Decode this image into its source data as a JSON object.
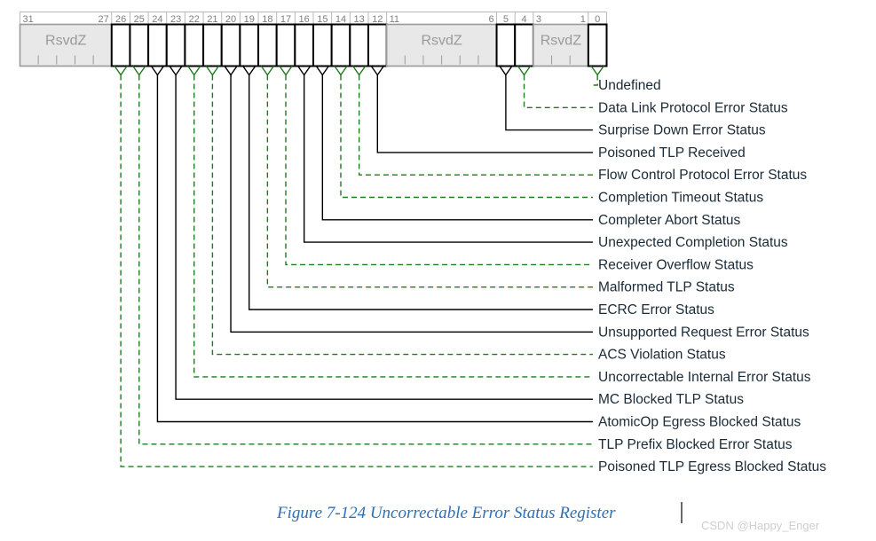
{
  "figure": {
    "caption": "Figure  7-124  Uncorrectable Error Status Register",
    "watermark": "CSDN @Happy_Enger"
  },
  "colors": {
    "green_dashed": "#1f7a1f",
    "black_solid": "#000000",
    "rsvd_fill": "#e8e8e8",
    "rsvd_stroke": "#9a9a9a",
    "rsvd_text": "#9a9a9a",
    "bitnum_text": "#808080",
    "label_text": "#1a2a36",
    "caption_text": "#2e6fb7",
    "watermark_text": "#cfcfcf"
  },
  "register": {
    "bit_count": 32,
    "msb_label": "31",
    "lsb_label": "0",
    "fields": [
      {
        "name": "RsvdZ",
        "hi": 31,
        "lo": 27,
        "reserved": true,
        "text": "RsvdZ"
      },
      {
        "name": "bit26",
        "hi": 26,
        "lo": 26,
        "reserved": false,
        "text": ""
      },
      {
        "name": "bit25",
        "hi": 25,
        "lo": 25,
        "reserved": false,
        "text": ""
      },
      {
        "name": "bit24",
        "hi": 24,
        "lo": 24,
        "reserved": false,
        "text": ""
      },
      {
        "name": "bit23",
        "hi": 23,
        "lo": 23,
        "reserved": false,
        "text": ""
      },
      {
        "name": "bit22",
        "hi": 22,
        "lo": 22,
        "reserved": false,
        "text": ""
      },
      {
        "name": "bit21",
        "hi": 21,
        "lo": 21,
        "reserved": false,
        "text": ""
      },
      {
        "name": "bit20",
        "hi": 20,
        "lo": 20,
        "reserved": false,
        "text": ""
      },
      {
        "name": "bit19",
        "hi": 19,
        "lo": 19,
        "reserved": false,
        "text": ""
      },
      {
        "name": "bit18",
        "hi": 18,
        "lo": 18,
        "reserved": false,
        "text": ""
      },
      {
        "name": "bit17",
        "hi": 17,
        "lo": 17,
        "reserved": false,
        "text": ""
      },
      {
        "name": "bit16",
        "hi": 16,
        "lo": 16,
        "reserved": false,
        "text": ""
      },
      {
        "name": "bit15",
        "hi": 15,
        "lo": 15,
        "reserved": false,
        "text": ""
      },
      {
        "name": "bit14",
        "hi": 14,
        "lo": 14,
        "reserved": false,
        "text": ""
      },
      {
        "name": "bit13",
        "hi": 13,
        "lo": 13,
        "reserved": false,
        "text": ""
      },
      {
        "name": "bit12",
        "hi": 12,
        "lo": 12,
        "reserved": false,
        "text": ""
      },
      {
        "name": "RsvdZ",
        "hi": 11,
        "lo": 6,
        "reserved": true,
        "text": "RsvdZ"
      },
      {
        "name": "bit5",
        "hi": 5,
        "lo": 5,
        "reserved": false,
        "text": ""
      },
      {
        "name": "bit4",
        "hi": 4,
        "lo": 4,
        "reserved": false,
        "text": ""
      },
      {
        "name": "RsvdZ",
        "hi": 3,
        "lo": 1,
        "reserved": true,
        "text": "RsvdZ"
      },
      {
        "name": "bit0",
        "hi": 0,
        "lo": 0,
        "reserved": false,
        "text": ""
      }
    ],
    "bit_tick_labels": [
      "31",
      "27",
      "26",
      "25",
      "24",
      "23",
      "22",
      "21",
      "20",
      "19",
      "18",
      "17",
      "16",
      "15",
      "14",
      "13",
      "12",
      "11",
      "6",
      "5",
      "4",
      "3",
      "1",
      "0"
    ]
  },
  "callouts": [
    {
      "bit": 0,
      "label": "Undefined",
      "style": "dashed-green"
    },
    {
      "bit": 4,
      "label": "Data Link Protocol Error Status",
      "style": "dashed-green"
    },
    {
      "bit": 5,
      "label": "Surprise Down Error Status",
      "style": "solid-black"
    },
    {
      "bit": 12,
      "label": "Poisoned TLP Received",
      "style": "solid-black"
    },
    {
      "bit": 13,
      "label": "Flow Control Protocol Error Status",
      "style": "dashed-green"
    },
    {
      "bit": 14,
      "label": "Completion Timeout Status",
      "style": "dashed-green"
    },
    {
      "bit": 15,
      "label": "Completer Abort Status",
      "style": "solid-black"
    },
    {
      "bit": 16,
      "label": "Unexpected Completion Status",
      "style": "solid-black"
    },
    {
      "bit": 17,
      "label": "Receiver Overflow Status",
      "style": "dashed-green"
    },
    {
      "bit": 18,
      "label": "Malformed TLP Status",
      "style": "dashed-green"
    },
    {
      "bit": 19,
      "label": "ECRC Error Status",
      "style": "solid-black"
    },
    {
      "bit": 20,
      "label": "Unsupported Request Error Status",
      "style": "solid-black"
    },
    {
      "bit": 21,
      "label": "ACS Violation Status",
      "style": "dashed-green"
    },
    {
      "bit": 22,
      "label": "Uncorrectable Internal Error Status",
      "style": "dashed-green"
    },
    {
      "bit": 23,
      "label": "MC Blocked TLP Status",
      "style": "solid-black"
    },
    {
      "bit": 24,
      "label": "AtomicOp Egress Blocked Status",
      "style": "solid-black"
    },
    {
      "bit": 25,
      "label": "TLP Prefix Blocked Error Status",
      "style": "dashed-green"
    },
    {
      "bit": 26,
      "label": "Poisoned TLP Egress Blocked Status",
      "style": "dashed-green"
    }
  ]
}
